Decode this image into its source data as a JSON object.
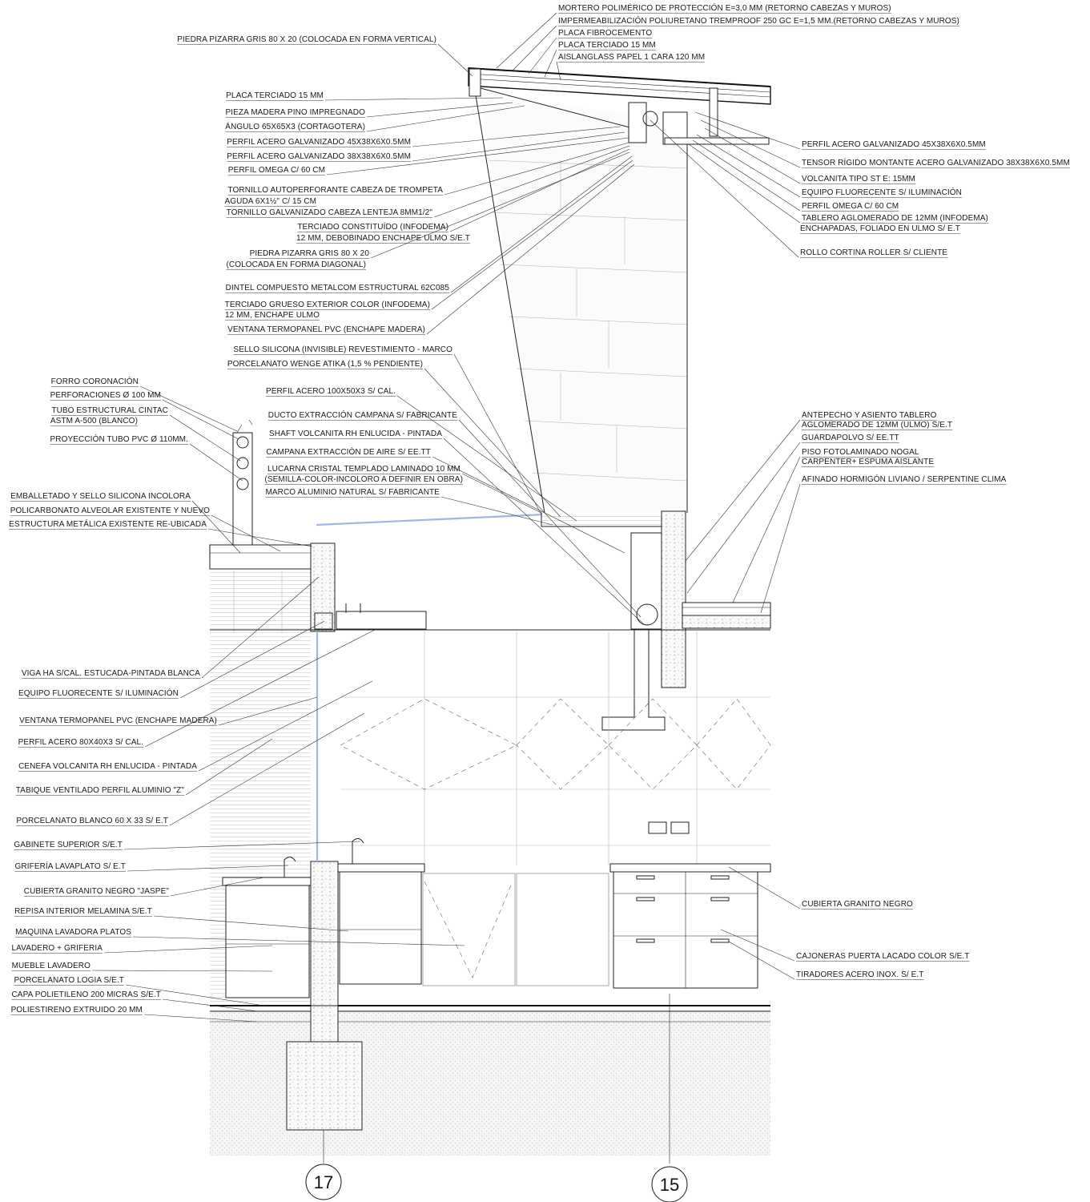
{
  "labels_left": [
    "PIEDRA PIZARRA GRIS 80 X 20 (COLOCADA EN FORMA VERTICAL)",
    "PLACA TERCIADO 15 MM",
    "PIEZA MADERA PINO IMPREGNADO",
    "ÁNGULO 65X65X3 (CORTAGOTERA)",
    "PERFIL ACERO GALVANIZADO 45X38X6X0.5MM",
    "PERFIL ACERO GALVANIZADO 38X38X6X0.5MM",
    "PERFIL OMEGA C/ 60 CM",
    "TORNILLO AUTOPERFORANTE CABEZA DE TROMPETA",
    "AGUDA 6X1½\" C/ 15 CM",
    "TORNILLO GALVANIZADO CABEZA LENTEJA 8MM1/2\"",
    "TERCIADO CONSTITUÍDO (INFODEMA)",
    "12 MM, DEBOBINADO ENCHAPE ULMO S/E.T",
    "PIEDRA PIZARRA GRIS 80 X 20",
    "(COLOCADA EN FORMA DIAGONAL)",
    "DINTEL COMPUESTO METALCOM ESTRUCTURAL 62C085",
    "TERCIADO GRUESO EXTERIOR COLOR (INFODEMA)",
    "12 MM, ENCHAPE ULMO",
    "VENTANA TERMOPANEL PVC (ENCHAPE MADERA)",
    "SELLO SILICONA (INVISIBLE) REVESTIMIENTO - MARCO",
    "PORCELANATO WENGE ATIKA (1,5 % PENDIENTE)",
    "PERFIL ACERO 100X50X3 S/ CAL.",
    "DUCTO EXTRACCIÓN CAMPANA S/ FABRICANTE",
    "SHAFT VOLCANITA RH ENLUCIDA - PINTADA",
    "CAMPANA EXTRACCIÓN DE AIRE S/ EE.TT",
    "LUCARNA CRISTAL TEMPLADO LAMINADO 10 MM",
    "(SEMILLA-COLOR-INCOLORO A DEFINIR EN OBRA)",
    "MARCO ALUMINIO NATURAL S/ FABRICANTE",
    "FORRO CORONACIÓN",
    "PERFORACIONES Ø 100 MM",
    "TUBO ESTRUCTURAL CINTAC",
    "ASTM A-500 (BLANCO)",
    "PROYECCIÓN TUBO PVC Ø 110MM.",
    "EMBALLETADO Y SELLO SILICONA INCOLORA",
    "POLICARBONATO ALVEOLAR EXISTENTE Y NUEVO",
    "ESTRUCTURA METÁLICA EXISTENTE RE-UBICADA",
    "VIGA HA S/CAL. ESTUCADA-PINTADA BLANCA",
    "EQUIPO FLUORECENTE S/ ILUMINACIÓN",
    "VENTANA TERMOPANEL PVC (ENCHAPE MADERA)",
    "PERFIL ACERO 80X40X3 S/ CAL.",
    "CENEFA VOLCANITA RH ENLUCIDA - PINTADA",
    "TABIQUE VENTILADO PERFIL ALUMINIO \"Z\"",
    "PORCELANATO BLANCO 60 X 33 S/ E.T",
    "GABINETE SUPERIOR S/E.T",
    "GRIFERÍA LAVAPLATO S/ E.T",
    "CUBIERTA GRANITO NEGRO \"JASPE\"",
    "REPISA INTERIOR MELAMINA S/E.T",
    "MAQUINA LAVADORA PLATOS",
    "LAVADERO + GRIFERIA",
    "MUEBLE LAVADERO",
    "PORCELANATO LOGIA S/E.T",
    "CAPA POLIETILENO 200 MICRAS S/E.T",
    "POLIESTIRENO EXTRUIDO 20 MM"
  ],
  "labels_top": [
    "MORTERO POLIMÉRICO DE PROTECCIÓN E=3,0 MM (RETORNO CABEZAS Y MUROS)",
    "IMPERMEABILIZACIÓN POLIURETANO TREMPROOF 250 GC E=1,5 MM.(RETORNO CABEZAS Y MUROS)",
    "PLACA FIBROCEMENTO",
    "PLACA TERCIADO 15 MM",
    "AISLANGLASS PAPEL 1 CARA 120 MM"
  ],
  "labels_right": [
    "PERFIL ACERO GALVANIZADO 45X38X6X0.5MM",
    "TENSOR RÍGIDO MONTANTE ACERO GALVANIZADO 38X38X6X0.5MM",
    "VOLCANITA TIPO ST E: 15MM",
    "EQUIPO FLUORECENTE S/ ILUMINACIÓN",
    "PERFIL OMEGA C/ 60 CM",
    "TABLERO AGLOMERADO DE 12MM (INFODEMA)",
    "ENCHAPADAS, FOLIADO EN ULMO S/ E.T",
    "ROLLO CORTINA ROLLER S/ CLIENTE",
    "ANTEPECHO Y ASIENTO TABLERO",
    "AGLOMERADO DE 12MM (ULMO) S/E.T",
    "GUARDAPOLVO S/ EE.TT",
    "PISO FOTOLAMINADO NOGAL",
    "CARPENTER+ ESPUMA AISLANTE",
    "AFINADO HORMIGÓN LIVIANO / SERPENTINE CLIMA",
    "CUBIERTA GRANITO NEGRO",
    "CAJONERAS PUERTA LACADO COLOR S/E.T",
    "TIRADORES ACERO INOX. S/ E.T"
  ],
  "axes": [
    "17",
    "15"
  ]
}
